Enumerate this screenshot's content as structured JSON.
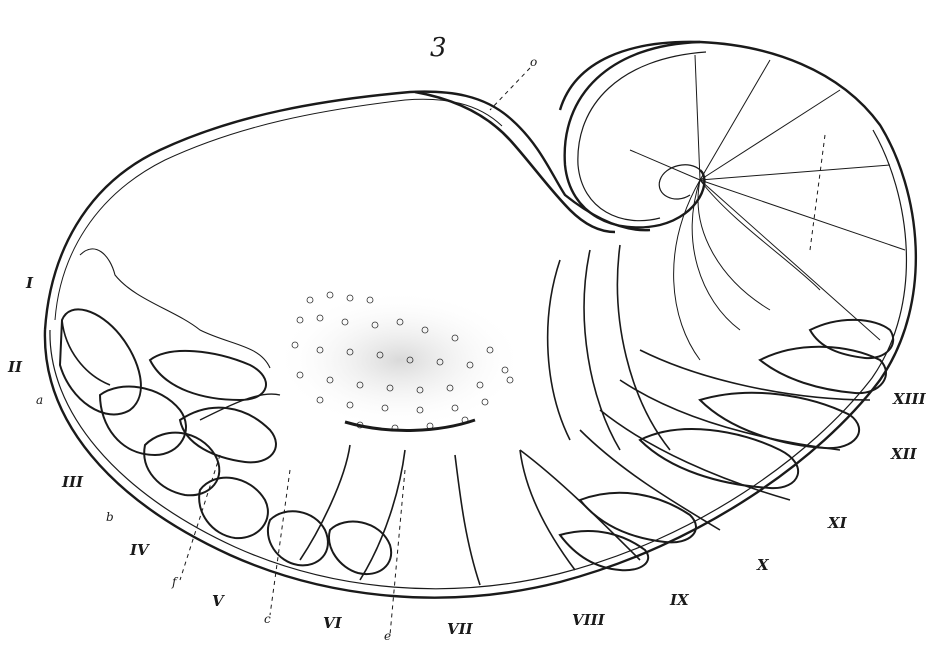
{
  "figure": {
    "number": "3",
    "labels": {
      "I": "I",
      "II": "II",
      "III": "III",
      "IV": "IV",
      "V": "V",
      "VI": "VI",
      "VII": "VII",
      "VIII": "VIII",
      "IX": "IX",
      "X": "X",
      "XI": "XI",
      "XII": "XII",
      "XIII": "XIII",
      "a": "a",
      "b": "b",
      "c": "c",
      "e": "e",
      "f": "f",
      "o": "o"
    }
  },
  "colors": {
    "ink": "#1a1a1a",
    "shading": "#d9d9d9",
    "paper": "#ffffff"
  }
}
